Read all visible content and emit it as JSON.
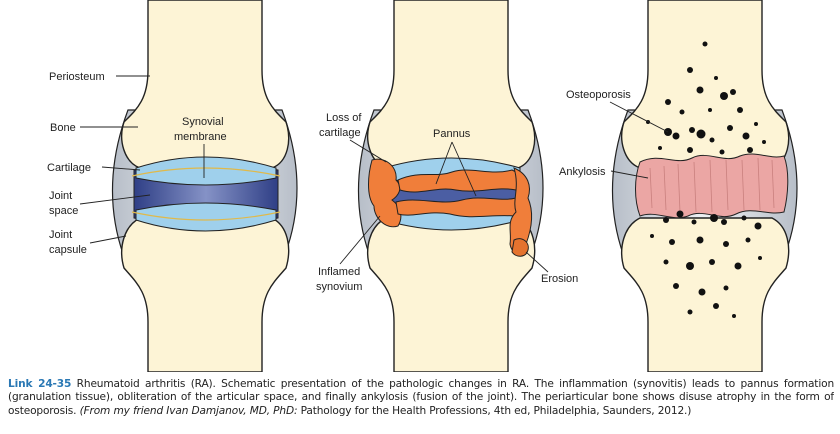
{
  "panel1": {
    "periosteum": "Periosteum",
    "bone": "Bone",
    "synovial_line1": "Synovial",
    "synovial_line2": "membrane",
    "cartilage": "Cartilage",
    "joint_space_line1": "Joint",
    "joint_space_line2": "space",
    "joint_capsule_line1": "Joint",
    "joint_capsule_line2": "capsule"
  },
  "panel2": {
    "loss_line1": "Loss of",
    "loss_line2": "cartilage",
    "pannus": "Pannus",
    "inflamed_line1": "Inflamed",
    "inflamed_line2": "synovium",
    "erosion": "Erosion"
  },
  "panel3": {
    "osteoporosis": "Osteoporosis",
    "ankylosis": "Ankylosis"
  },
  "caption": {
    "link": "Link 24-35",
    "text_a": " Rheumatoid arthritis (RA). Schematic presentation of the pathologic changes in RA. The inflammation (synovitis) leads to pannus formation (granulation tissue), obliteration of the articular space, and finally ankylosis (fusion of the joint). The periarticular bone shows disuse atrophy in the form of osteoporosis. ",
    "source_italic": "(From my friend Ivan Damjanov, MD, PhD: ",
    "source_title": "Pathology for the Health Professions, 4th",
    "source_rest": " ed, Philadelphia, Saunders, 2012.)"
  },
  "colors": {
    "bone": "#fdf4d6",
    "outline": "#222222",
    "cartilage": "#9fd0ec",
    "joint_space": "#4b5ea3",
    "pannus": "#f07e3a",
    "ankylosis": "#eba6a4",
    "osteoporosis_spot": "#111111",
    "link": "#2a78b4"
  }
}
